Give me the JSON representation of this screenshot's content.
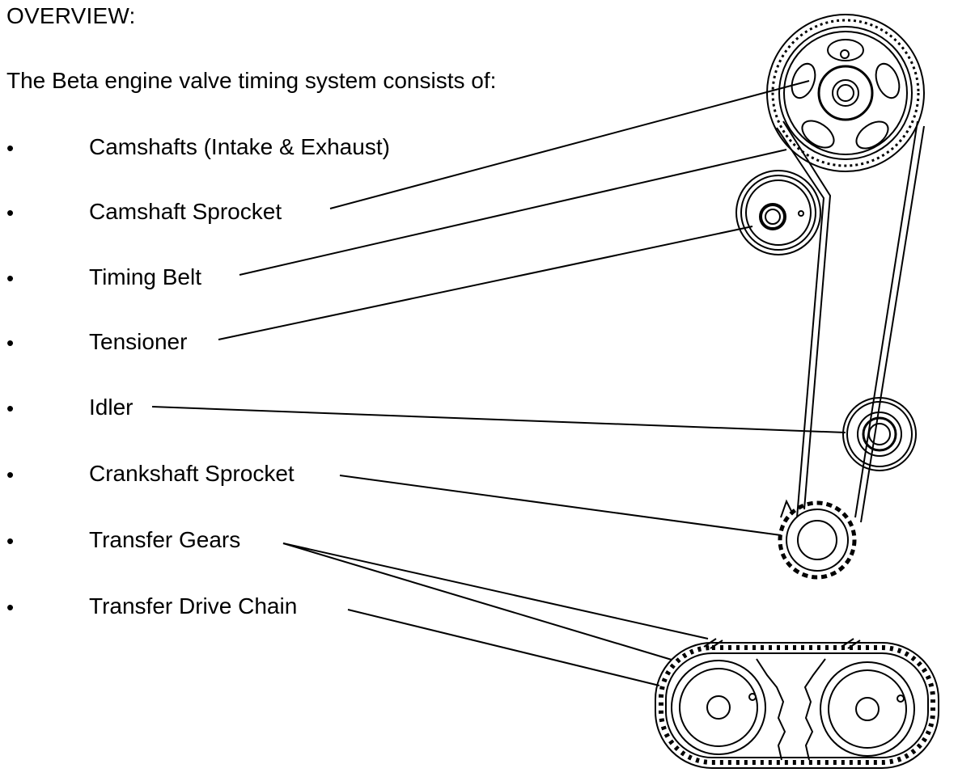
{
  "heading": "OVERVIEW:",
  "intro": "The Beta engine valve timing system consists of:",
  "bullet_symbol": "•",
  "items": [
    {
      "label": "Camshafts (Intake & Exhaust)"
    },
    {
      "label": "Camshaft Sprocket"
    },
    {
      "label": "Timing Belt"
    },
    {
      "label": "Tensioner"
    },
    {
      "label": "Idler"
    },
    {
      "label": "Crankshaft Sprocket"
    },
    {
      "label": "Transfer Gears"
    },
    {
      "label": "Transfer Drive Chain"
    }
  ],
  "diagram_parts": [
    "camshaft-sprocket",
    "timing-belt",
    "tensioner",
    "idler",
    "crankshaft-sprocket",
    "transfer-gears",
    "transfer-drive-chain"
  ]
}
